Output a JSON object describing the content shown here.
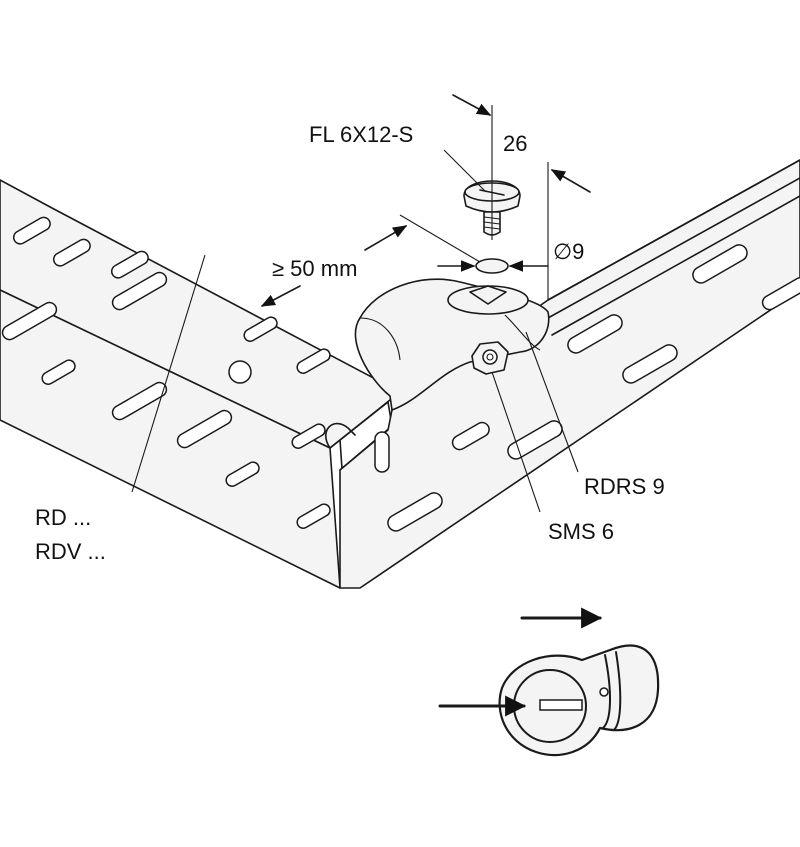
{
  "labels": {
    "screw": "FL 6X12-S",
    "width": "26",
    "hole": "∅9",
    "spacing": "≥ 50 mm",
    "clamp": "RDRS 9",
    "nut": "SMS 6",
    "tray_1": "RD ...",
    "tray_2": "RDV ..."
  },
  "icons": {
    "screw": "mushroom-head-bolt-icon",
    "nut": "hex-nut-icon",
    "clamp": "tray-connector-clamp-icon",
    "detail": "clamp-orientation-detail-icon"
  }
}
